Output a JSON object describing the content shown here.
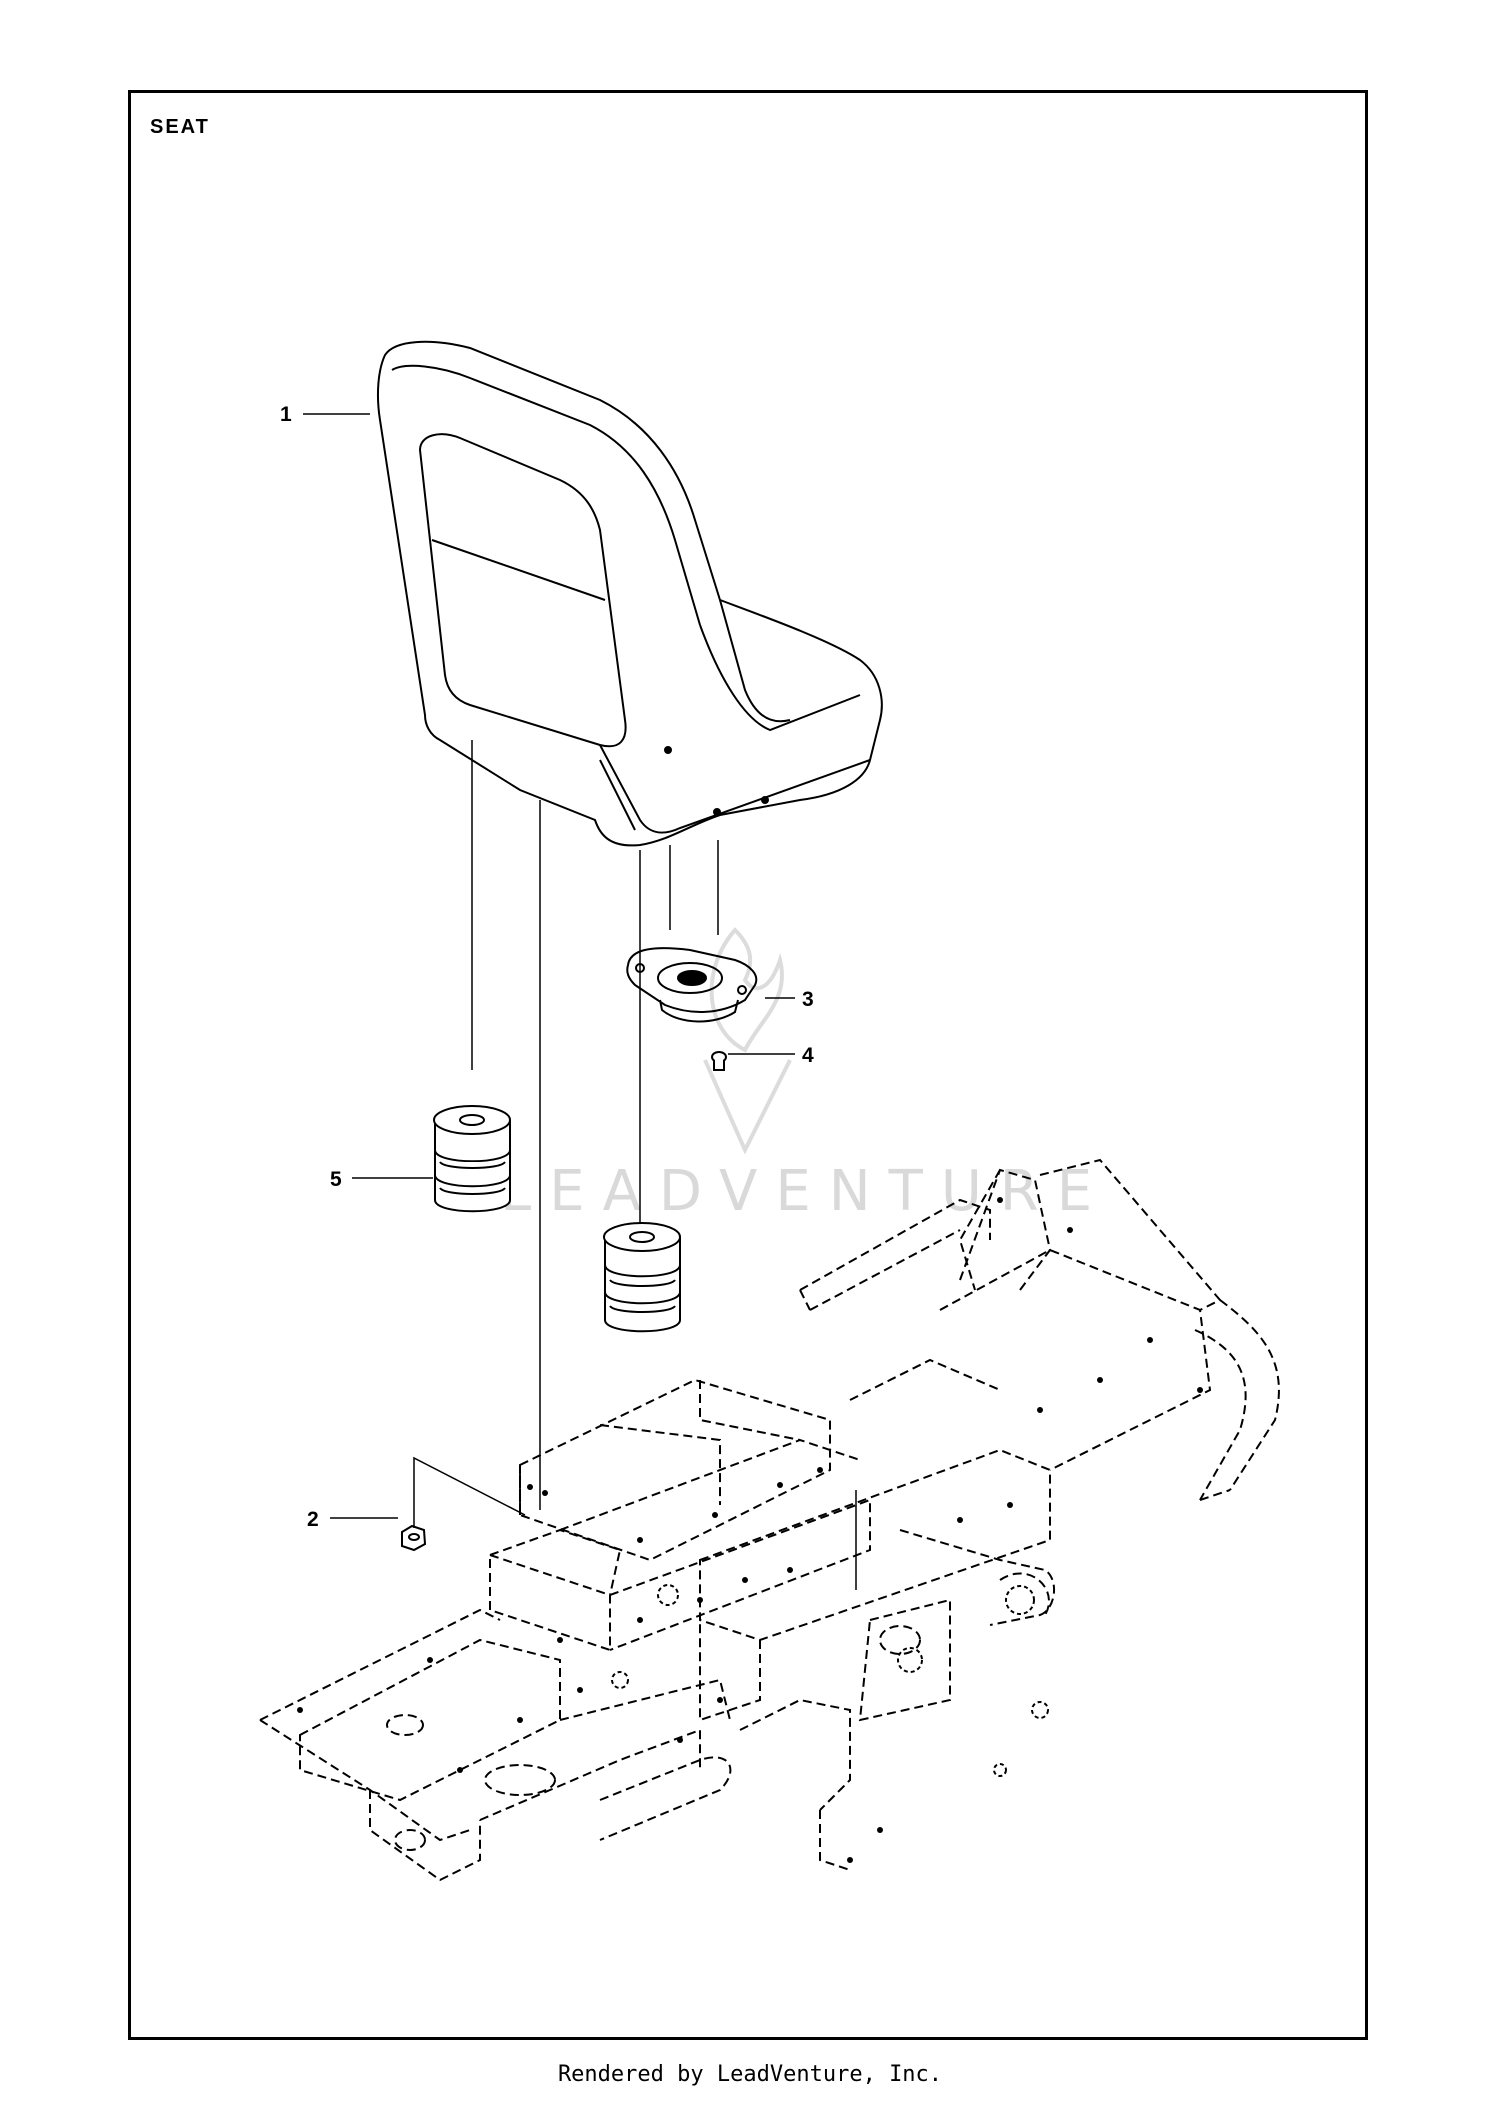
{
  "title": "SEAT",
  "callouts": [
    {
      "id": "1",
      "label": "1"
    },
    {
      "id": "2",
      "label": "2"
    },
    {
      "id": "3",
      "label": "3"
    },
    {
      "id": "4",
      "label": "4"
    },
    {
      "id": "5",
      "label": "5"
    }
  ],
  "watermark": "LEADVENTURE",
  "footer": "Rendered by LeadVenture, Inc.",
  "colors": {
    "line": "#000000",
    "watermark": "#d9d9d9"
  }
}
